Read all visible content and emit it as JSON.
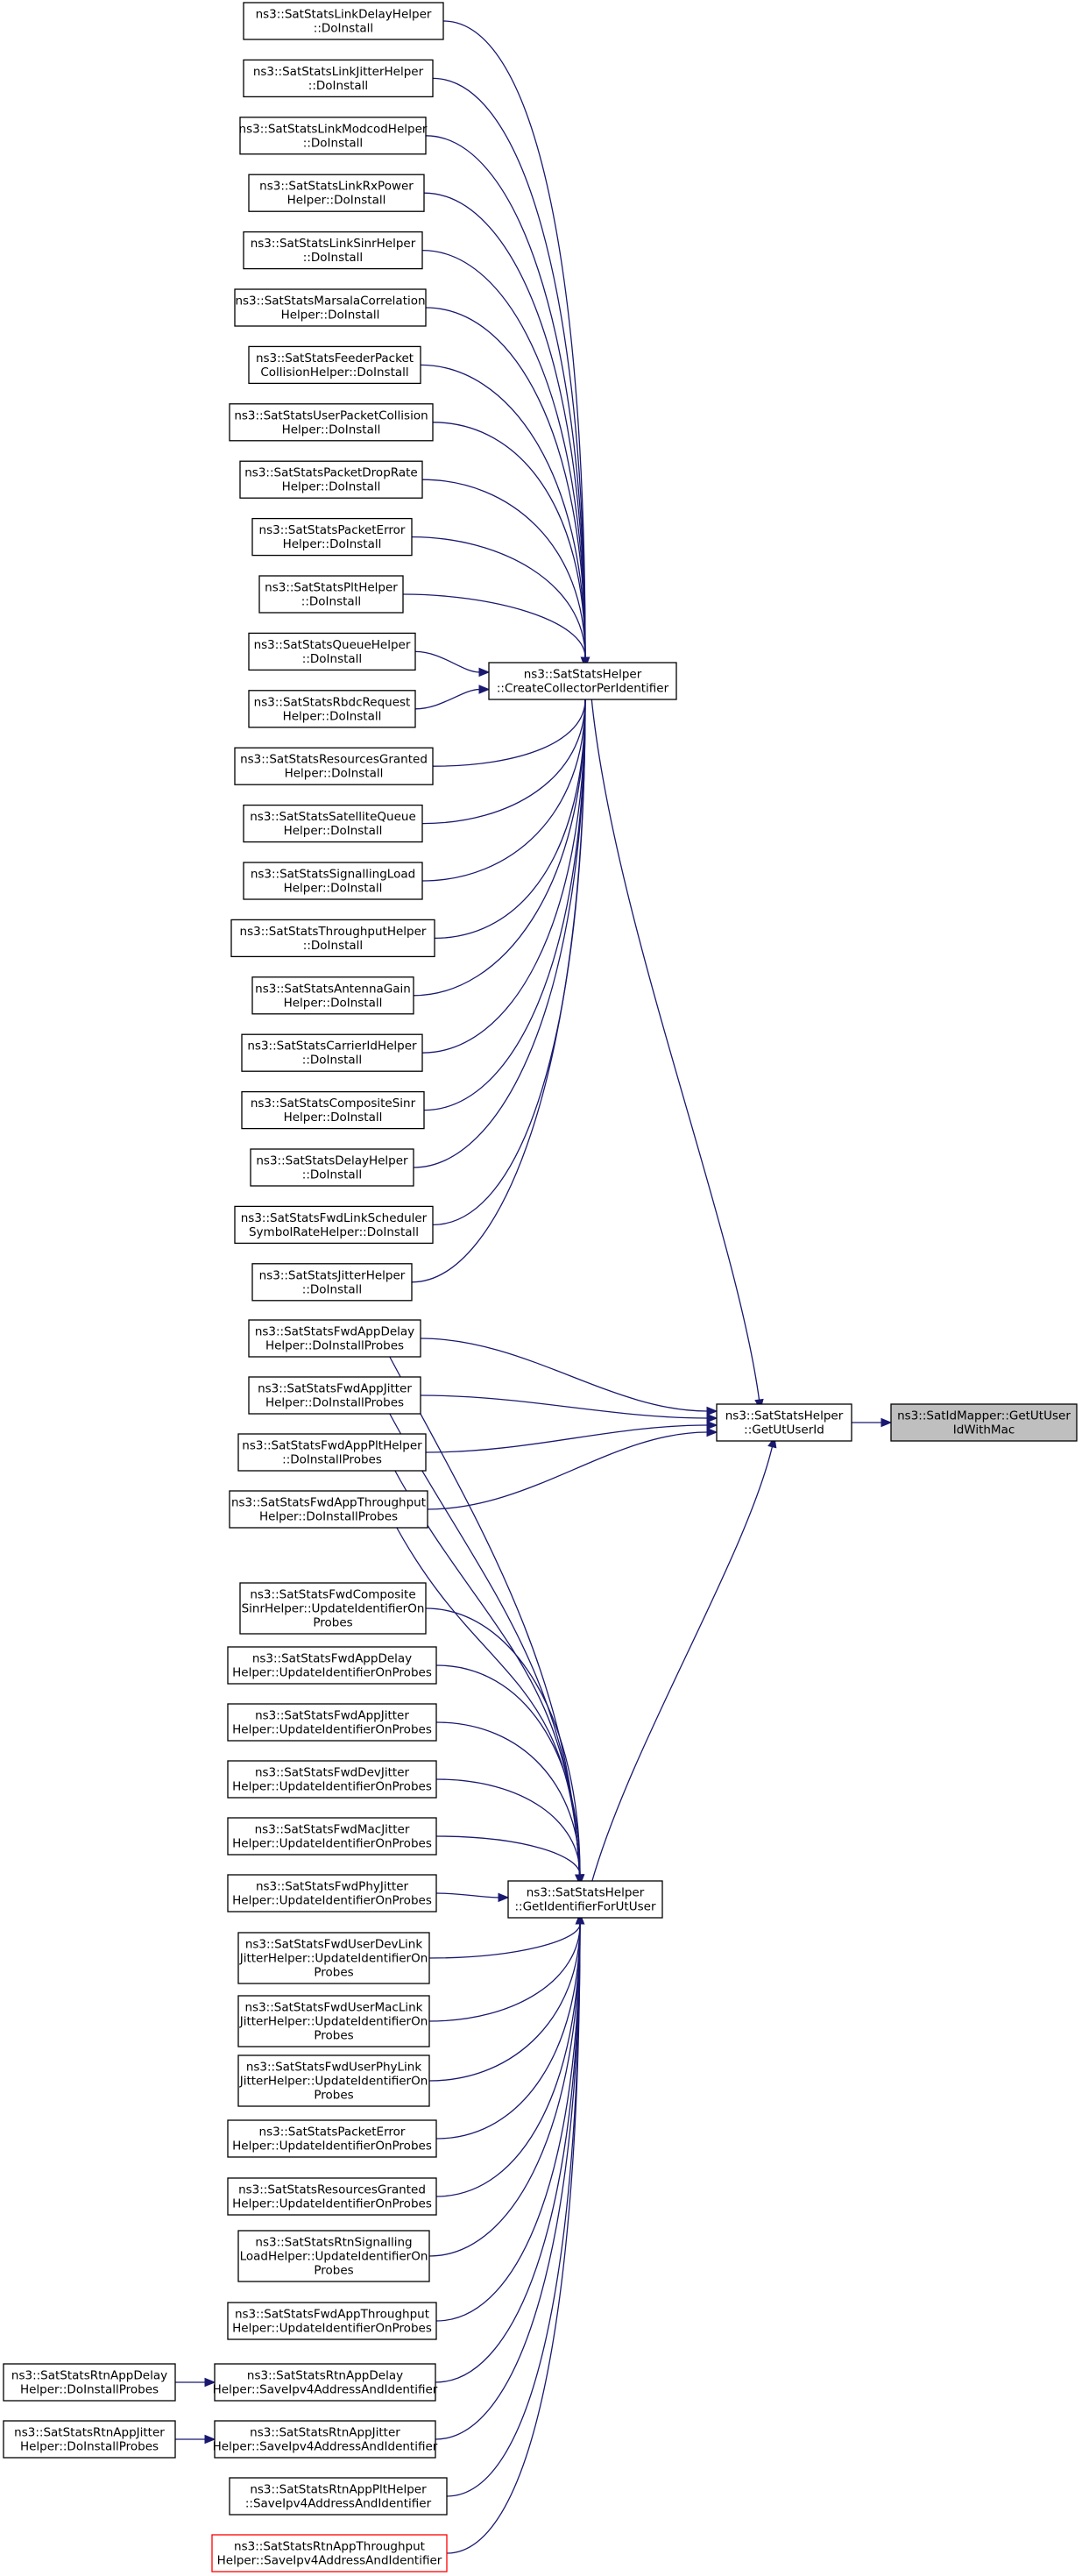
{
  "graph": {
    "root": {
      "id": "root",
      "lines": [
        "ns3::SatIdMapper::GetUtUser",
        "IdWithMac"
      ]
    },
    "middle": [
      {
        "id": "getutuserid",
        "lines": [
          "ns3::SatStatsHelper",
          "::GetUtUserId"
        ]
      },
      {
        "id": "collector",
        "lines": [
          "ns3::SatStatsHelper",
          "::CreateCollectorPerIdentifier"
        ]
      },
      {
        "id": "foruser",
        "lines": [
          "ns3::SatStatsHelper",
          "::GetIdentifierForUtUser"
        ]
      }
    ],
    "collector_callers": [
      [
        "ns3::SatStatsLinkDelayHelper",
        "::DoInstall"
      ],
      [
        "ns3::SatStatsLinkJitterHelper",
        "::DoInstall"
      ],
      [
        "ns3::SatStatsLinkModcodHelper",
        "::DoInstall"
      ],
      [
        "ns3::SatStatsLinkRxPower",
        "Helper::DoInstall"
      ],
      [
        "ns3::SatStatsLinkSinrHelper",
        "::DoInstall"
      ],
      [
        "ns3::SatStatsMarsalaCorrelation",
        "Helper::DoInstall"
      ],
      [
        "ns3::SatStatsFeederPacket",
        "CollisionHelper::DoInstall"
      ],
      [
        "ns3::SatStatsUserPacketCollision",
        "Helper::DoInstall"
      ],
      [
        "ns3::SatStatsPacketDropRate",
        "Helper::DoInstall"
      ],
      [
        "ns3::SatStatsPacketError",
        "Helper::DoInstall"
      ],
      [
        "ns3::SatStatsPltHelper",
        "::DoInstall"
      ],
      [
        "ns3::SatStatsQueueHelper",
        "::DoInstall"
      ],
      [
        "ns3::SatStatsRbdcRequest",
        "Helper::DoInstall"
      ],
      [
        "ns3::SatStatsResourcesGranted",
        "Helper::DoInstall"
      ],
      [
        "ns3::SatStatsSatelliteQueue",
        "Helper::DoInstall"
      ],
      [
        "ns3::SatStatsSignallingLoad",
        "Helper::DoInstall"
      ],
      [
        "ns3::SatStatsThroughputHelper",
        "::DoInstall"
      ],
      [
        "ns3::SatStatsAntennaGain",
        "Helper::DoInstall"
      ],
      [
        "ns3::SatStatsCarrierIdHelper",
        "::DoInstall"
      ],
      [
        "ns3::SatStatsCompositeSinr",
        "Helper::DoInstall"
      ],
      [
        "ns3::SatStatsDelayHelper",
        "::DoInstall"
      ],
      [
        "ns3::SatStatsFwdLinkScheduler",
        "SymbolRateHelper::DoInstall"
      ],
      [
        "ns3::SatStatsJitterHelper",
        "::DoInstall"
      ]
    ],
    "direct_callers": [
      [
        "ns3::SatStatsFwdAppDelay",
        "Helper::DoInstallProbes"
      ],
      [
        "ns3::SatStatsFwdAppJitter",
        "Helper::DoInstallProbes"
      ],
      [
        "ns3::SatStatsFwdAppPltHelper",
        "::DoInstallProbes"
      ],
      [
        "ns3::SatStatsFwdAppThroughput",
        "Helper::DoInstallProbes"
      ]
    ],
    "foruser_callers": [
      [
        "ns3::SatStatsFwdComposite",
        "SinrHelper::UpdateIdentifierOn",
        "Probes"
      ],
      [
        "ns3::SatStatsFwdAppDelay",
        "Helper::UpdateIdentifierOnProbes"
      ],
      [
        "ns3::SatStatsFwdAppJitter",
        "Helper::UpdateIdentifierOnProbes"
      ],
      [
        "ns3::SatStatsFwdDevJitter",
        "Helper::UpdateIdentifierOnProbes"
      ],
      [
        "ns3::SatStatsFwdMacJitter",
        "Helper::UpdateIdentifierOnProbes"
      ],
      [
        "ns3::SatStatsFwdPhyJitter",
        "Helper::UpdateIdentifierOnProbes"
      ],
      [
        "ns3::SatStatsFwdUserDevLink",
        "JitterHelper::UpdateIdentifierOn",
        "Probes"
      ],
      [
        "ns3::SatStatsFwdUserMacLink",
        "JitterHelper::UpdateIdentifierOn",
        "Probes"
      ],
      [
        "ns3::SatStatsFwdUserPhyLink",
        "JitterHelper::UpdateIdentifierOn",
        "Probes"
      ],
      [
        "ns3::SatStatsPacketError",
        "Helper::UpdateIdentifierOnProbes"
      ],
      [
        "ns3::SatStatsResourcesGranted",
        "Helper::UpdateIdentifierOnProbes"
      ],
      [
        "ns3::SatStatsRtnSignalling",
        "LoadHelper::UpdateIdentifierOn",
        "Probes"
      ],
      [
        "ns3::SatStatsFwdAppThroughput",
        "Helper::UpdateIdentifierOnProbes"
      ],
      [
        "ns3::SatStatsRtnAppDelay",
        "Helper::SaveIpv4AddressAndIdentifier"
      ],
      [
        "ns3::SatStatsRtnAppJitter",
        "Helper::SaveIpv4AddressAndIdentifier"
      ],
      [
        "ns3::SatStatsRtnAppPltHelper",
        "::SaveIpv4AddressAndIdentifier"
      ],
      [
        "ns3::SatStatsRtnAppThroughput",
        "Helper::SaveIpv4AddressAndIdentifier"
      ]
    ],
    "left_callers": [
      [
        "ns3::SatStatsRtnAppDelay",
        "Helper::DoInstallProbes"
      ],
      [
        "ns3::SatStatsRtnAppJitter",
        "Helper::DoInstallProbes"
      ]
    ]
  }
}
